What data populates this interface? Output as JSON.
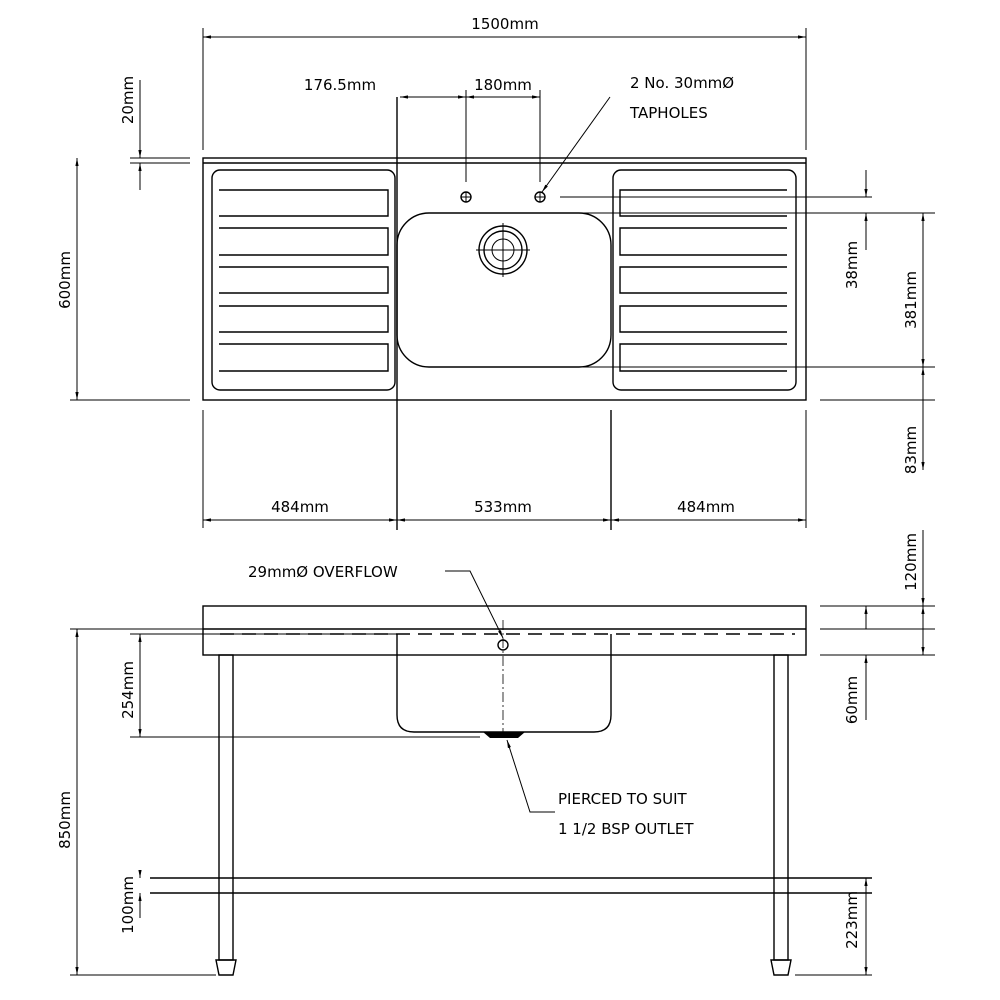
{
  "dimensions": {
    "overall_width": "1500mm",
    "tap_offset": "176.5mm",
    "tap_spacing": "180mm",
    "taphole_note_line1": "2 No. 30mmØ",
    "taphole_note_line2": "TAPHOLES",
    "upstand": "20mm",
    "depth": "600mm",
    "tap_to_bowl": "38mm",
    "bowl_depth": "381mm",
    "bowl_front": "83mm",
    "drainer_left": "484mm",
    "bowl_width": "533mm",
    "drainer_right": "484mm",
    "overflow_note": "29mmØ OVERFLOW",
    "top_to_overflow": "120mm",
    "frame_height": "60mm",
    "bowl_height": "254mm",
    "overall_height": "850mm",
    "outlet_note_line1": "PIERCED TO SUIT",
    "outlet_note_line2": "1 1/2 BSP OUTLET",
    "shelf_thickness": "100mm",
    "shelf_height": "223mm"
  }
}
